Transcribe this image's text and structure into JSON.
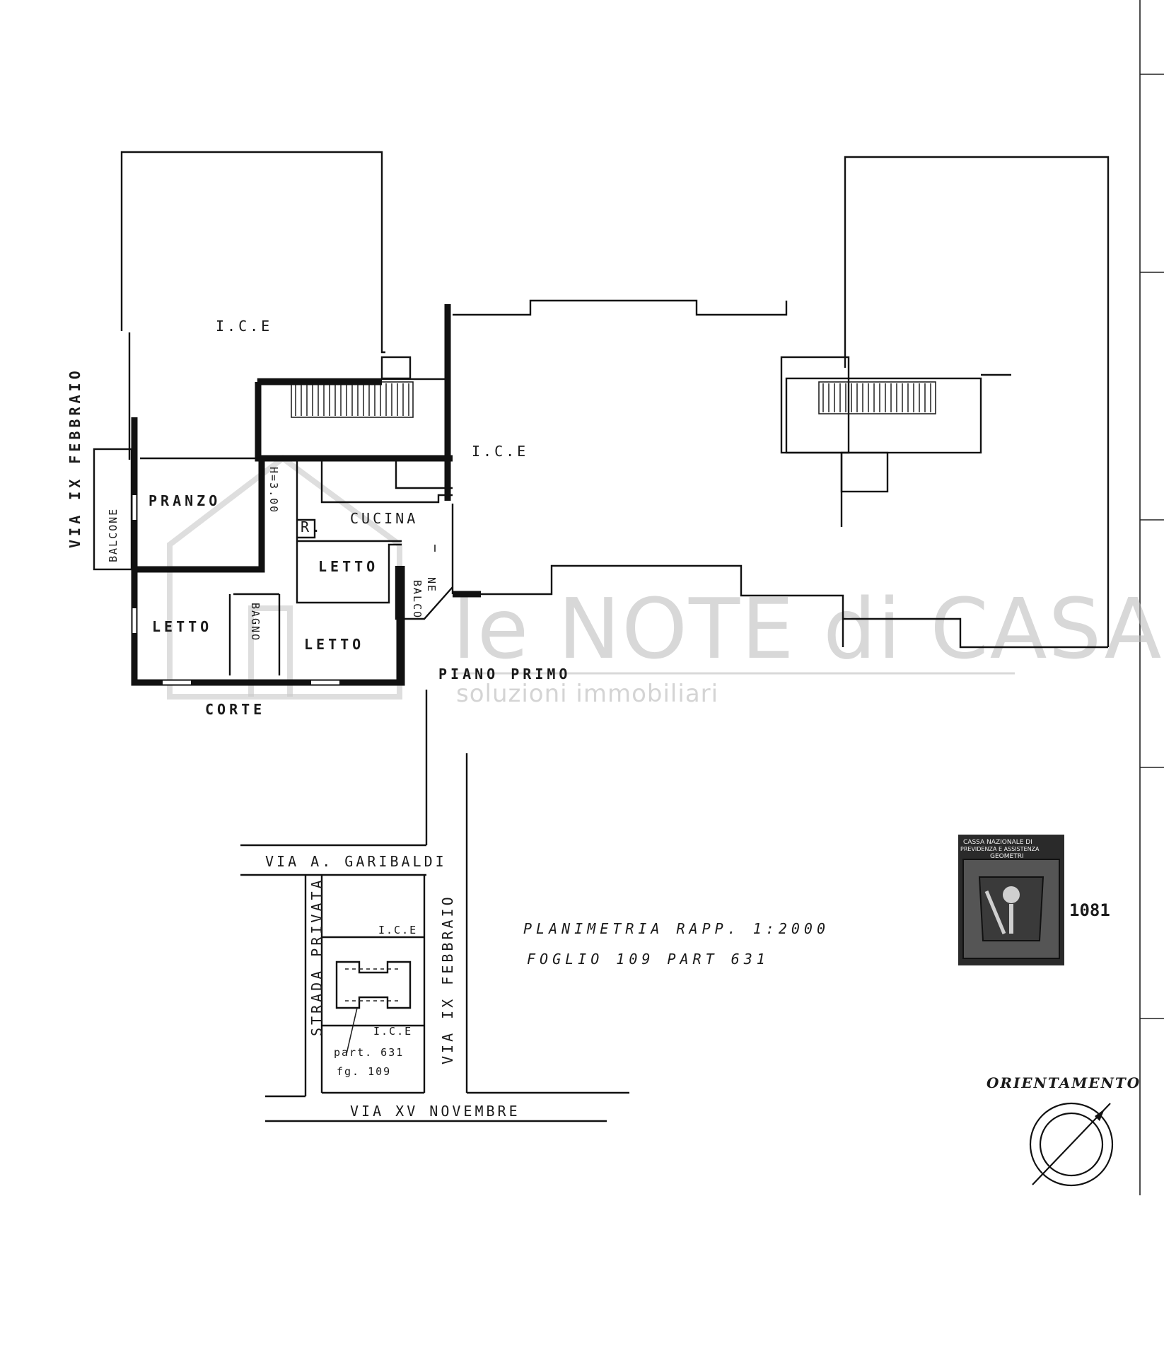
{
  "floor_plan": {
    "main_label": "PIANO PRIMO",
    "street_left": "VIA IX FEBBRAIO",
    "court": "CORTE",
    "areas": {
      "ice_top_left": "I.C.E",
      "ice_center": "I.C.E"
    },
    "rooms": {
      "pranzo": "PRANZO",
      "cucina": "CUCINA",
      "letto_1": "LETTO",
      "letto_2": "LETTO",
      "letto_3": "LETTO",
      "bagno": "BAGNO",
      "r": "R.",
      "balcone_left": "BALCONE",
      "balcone_right_1": "BALCO",
      "balcone_right_2": "NE",
      "height": "H=3.00"
    }
  },
  "site_plan": {
    "street_top": "VIA A. GARIBALDI",
    "street_bottom": "VIA XV NOVEMBRE",
    "street_left": "STRADA PRIVATA",
    "street_right": "VIA IX FEBBRAIO",
    "ice_top": "I.C.E",
    "ice_bottom": "I.C.E",
    "parcel_1": "part. 631",
    "parcel_2": "fg. 109"
  },
  "notes": {
    "line_1": "PLANIMETRIA   RAPP. 1:2000",
    "line_2": "FOGLIO  109   PART  631"
  },
  "stamp": {
    "text_1": "CASSA NAZIONALE DI",
    "text_2": "PREVIDENZA E ASSISTENZA",
    "text_3": "GEOMETRI",
    "side_number": "1081"
  },
  "orientation": {
    "label": "ORIENTAMENTO"
  },
  "watermark": {
    "brand": "le NOTE di CASA",
    "tagline": "soluzioni immobiliari"
  }
}
